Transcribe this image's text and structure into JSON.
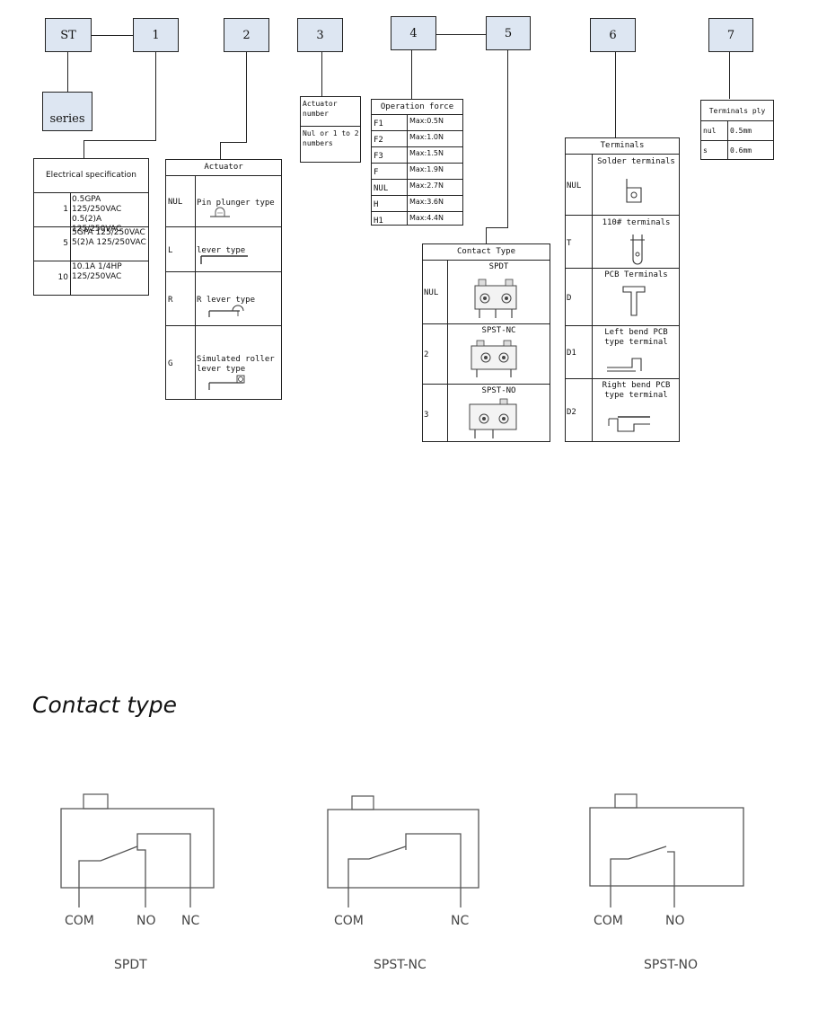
{
  "code_boxes": [
    "ST",
    "1",
    "2",
    "3",
    "4",
    "5",
    "6",
    "7"
  ],
  "series_label": "series",
  "electrical": {
    "title": "Electrical specification",
    "rows": [
      {
        "code": "1",
        "lines": [
          "0.5GPA 125/250VAC",
          "0.5(2)A 125/250VAC"
        ]
      },
      {
        "code": "5",
        "lines": [
          "5GPA 125/250VAC",
          "5(2)A 125/250VAC"
        ]
      },
      {
        "code": "10",
        "lines": [
          "10.1A 1/4HP",
          "125/250VAC"
        ]
      }
    ]
  },
  "actuator": {
    "title": "Actuator",
    "rows": [
      {
        "code": "NUL",
        "label": "Pin plunger type"
      },
      {
        "code": "L",
        "label": "lever type"
      },
      {
        "code": "R",
        "label": "R lever type"
      },
      {
        "code": "G",
        "label": "Simulated roller lever type"
      }
    ]
  },
  "actuator_number": {
    "title": "Actuator number",
    "value": "Nul or 1 to 2 numbers"
  },
  "operation_force": {
    "title": "Operation force",
    "rows": [
      {
        "code": "F1",
        "value": "Max:0.5N"
      },
      {
        "code": "F2",
        "value": "Max:1.0N"
      },
      {
        "code": "F3",
        "value": "Max:1.5N"
      },
      {
        "code": "F",
        "value": "Max:1.9N"
      },
      {
        "code": "NUL",
        "value": "Max:2.7N"
      },
      {
        "code": "H",
        "value": "Max:3.6N"
      },
      {
        "code": "H1",
        "value": "Max:4.4N"
      }
    ]
  },
  "contact_table": {
    "title": "Contact Type",
    "rows": [
      {
        "code": "NUL",
        "label": "SPDT"
      },
      {
        "code": "2",
        "label": "SPST-NC"
      },
      {
        "code": "3",
        "label": "SPST-NO"
      }
    ]
  },
  "terminals": {
    "title": "Terminals",
    "rows": [
      {
        "code": "NUL",
        "label": "Solder terminals"
      },
      {
        "code": "T",
        "label": "110# terminals"
      },
      {
        "code": "D",
        "label": "PCB Terminals"
      },
      {
        "code": "D1",
        "label": "Left bend PCB type terminal"
      },
      {
        "code": "D2",
        "label": "Right bend PCB type terminal"
      }
    ]
  },
  "terminals_ply": {
    "title": "Terminals ply",
    "rows": [
      {
        "code": "nul",
        "value": "0.5mm"
      },
      {
        "code": "s",
        "value": "0.6mm"
      }
    ]
  },
  "contact_section": {
    "title": "Contact type",
    "diagrams": [
      {
        "name": "SPDT",
        "pins": [
          "COM",
          "NO",
          "NC"
        ]
      },
      {
        "name": "SPST-NC",
        "pins": [
          "COM",
          "NC"
        ]
      },
      {
        "name": "SPST-NO",
        "pins": [
          "COM",
          "NO"
        ]
      }
    ]
  },
  "colors": {
    "header_box_fill": "#dde6f2",
    "line": "#222222",
    "label_gray": "#444444"
  }
}
